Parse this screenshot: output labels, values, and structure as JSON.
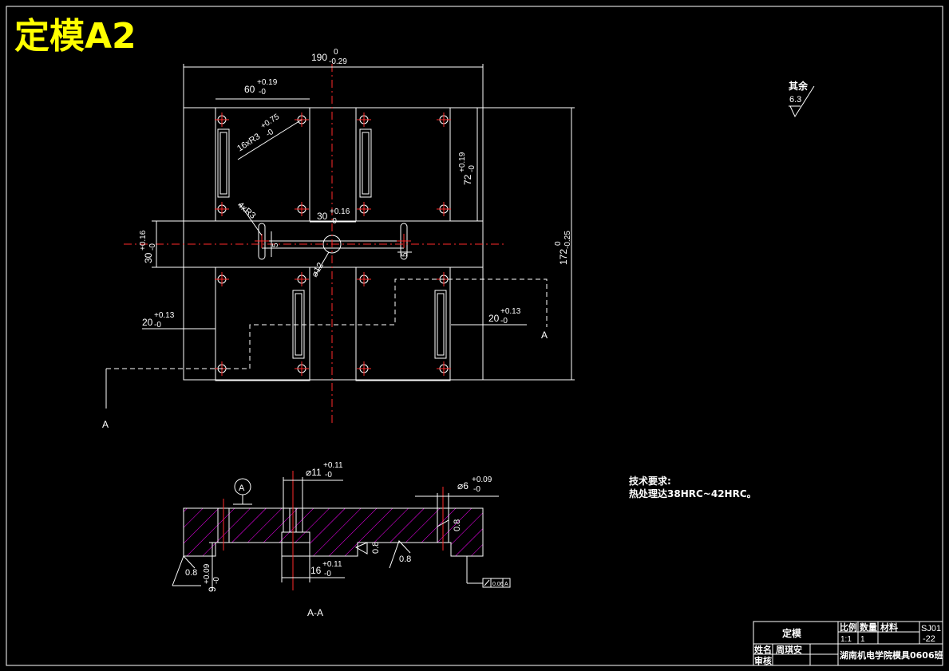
{
  "title": "定模A2",
  "dimensions": {
    "width_total": "190",
    "width_total_tol_upper": "0",
    "width_total_tol_lower": "-0.29",
    "slot_pitch": "60",
    "slot_pitch_tol_upper": "+0.19",
    "slot_pitch_tol_lower": "-0",
    "slot_spec": "16xR3",
    "slot_spec_tol_upper": "+0.75",
    "slot_spec_tol_lower": "-0",
    "corner_spec": "4xR3",
    "runner_gap": "30",
    "runner_gap_tol_upper": "+0.16",
    "runner_gap_tol_lower": "-0",
    "left_height": "30",
    "left_height_tol_upper": "+0.16",
    "left_height_tol_lower": "-0",
    "runner_width_left": "5",
    "runner_width_right": "5",
    "sprue_dia": "⌀12",
    "right_height": "72",
    "right_height_tol_upper": "+0.19",
    "right_height_tol_lower": "-0",
    "total_height": "172",
    "total_height_tol_upper": "0",
    "total_height_tol_lower": "-0.25",
    "offset_left": "20",
    "offset_left_tol_upper": "+0.13",
    "offset_left_tol_lower": "-0",
    "offset_right": "20",
    "offset_right_tol_upper": "+0.13",
    "offset_right_tol_lower": "-0",
    "section_mark_a": "A",
    "section_mark_a2": "A",
    "bore_dia": "⌀11",
    "bore_dia_tol_upper": "+0.11",
    "bore_dia_tol_lower": "-0",
    "hole_dia": "⌀6",
    "hole_dia_tol_upper": "+0.09",
    "hole_dia_tol_lower": "-0",
    "depth": "9",
    "depth_tol_upper": "+0.09",
    "depth_tol_lower": "-0",
    "counterbore": "16",
    "counterbore_tol_upper": "+0.11",
    "counterbore_tol_lower": "-0",
    "roughness_1": "0.8",
    "roughness_2": "0.8",
    "roughness_3": "0.8",
    "roughness_4": "0.8",
    "datum_label": "A",
    "parallel_tol": "0.06",
    "parallel_ref": "A"
  },
  "section_label": "A-A",
  "surface_finish": {
    "label": "其余",
    "value": "6.3"
  },
  "notes": {
    "heading": "技术要求:",
    "line1": "热处理达38HRC~42HRC。"
  },
  "title_block": {
    "part_name": "定模",
    "scale_label": "比例",
    "qty_label": "数量",
    "material_label": "材料",
    "drawing_no_1": "SJ01",
    "drawing_no_2": "-22",
    "scale_value": "1:1",
    "qty_value": "1",
    "name_label": "姓名",
    "name_value": "周琪安",
    "review_label": "审核",
    "school": "湖南机电学院模具0606班"
  },
  "colors": {
    "background": "#000000",
    "lines": "#ffffff",
    "centerlines": "#ff2a2a",
    "title": "#ffff00",
    "hatch": "#ff00ff"
  }
}
